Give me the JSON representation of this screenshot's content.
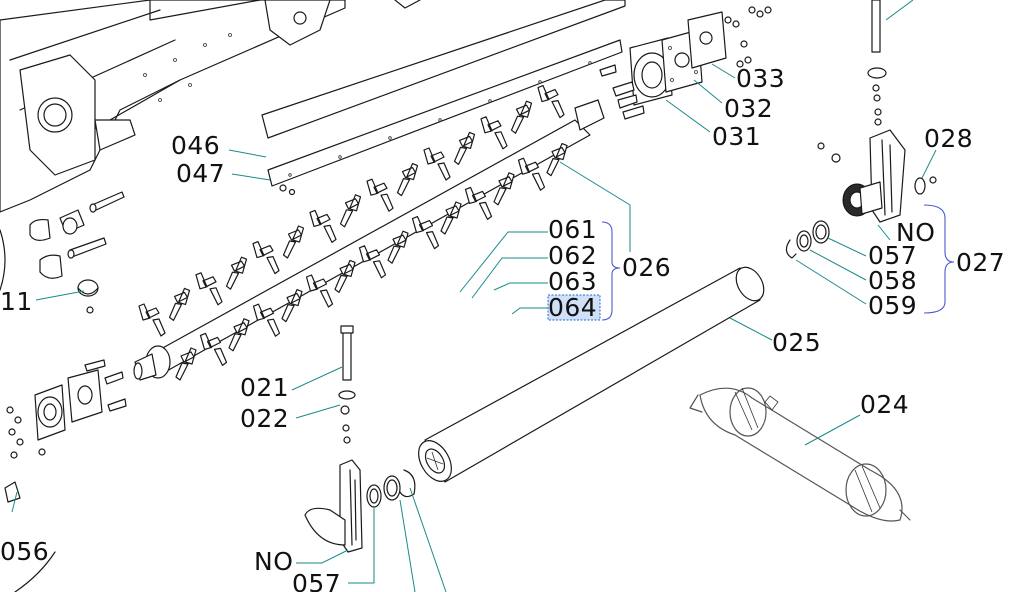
{
  "callouts": {
    "c021": "021",
    "c022": "022",
    "c024": "024",
    "c025": "025",
    "c026": "026",
    "c027": "027",
    "c028": "028",
    "c031": "031",
    "c032": "032",
    "c033": "033",
    "c046": "046",
    "c047": "047",
    "c057a": "057",
    "c058": "058",
    "c059": "059",
    "c057b": "057",
    "c061": "061",
    "c062": "062",
    "c063": "063",
    "c064": "064",
    "cNOa": "NO",
    "cNOb": "NO",
    "c011": "11",
    "c056": "056"
  },
  "selected_callout": "064",
  "colors": {
    "leader": "#1a8a8a",
    "brace": "#4a5ad0",
    "highlight": "#cfe0f7"
  }
}
